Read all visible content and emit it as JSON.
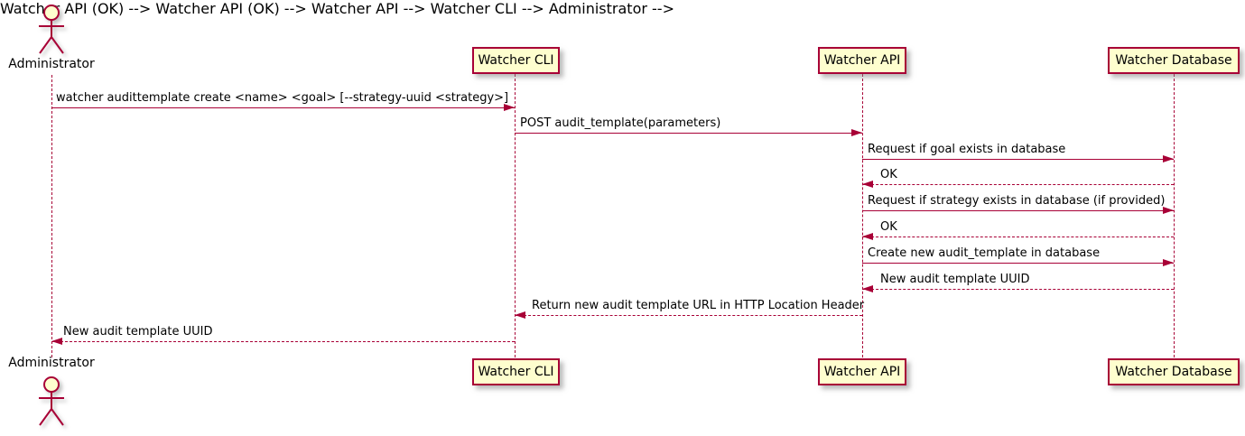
{
  "diagram": {
    "type": "sequence-diagram",
    "colors": {
      "accent": "#A80036",
      "participant_fill": "#FEFECE",
      "background": "#FFFFFF",
      "text": "#000000"
    }
  },
  "actor": {
    "label": "Administrator"
  },
  "participants": [
    {
      "label": "Watcher CLI"
    },
    {
      "label": "Watcher API"
    },
    {
      "label": "Watcher Database"
    }
  ],
  "messages": [
    {
      "from": "Administrator",
      "to": "Watcher CLI",
      "style": "solid",
      "text": "watcher audittemplate create <name> <goal> [--strategy-uuid <strategy>]"
    },
    {
      "from": "Watcher CLI",
      "to": "Watcher API",
      "style": "solid",
      "text": "POST audit_template(parameters)"
    },
    {
      "from": "Watcher API",
      "to": "Watcher Database",
      "style": "solid",
      "text": "Request if goal exists in database"
    },
    {
      "from": "Watcher Database",
      "to": "Watcher API",
      "style": "dashed",
      "text": "OK"
    },
    {
      "from": "Watcher API",
      "to": "Watcher Database",
      "style": "solid",
      "text": "Request if strategy exists in database (if provided)"
    },
    {
      "from": "Watcher Database",
      "to": "Watcher API",
      "style": "dashed",
      "text": "OK"
    },
    {
      "from": "Watcher API",
      "to": "Watcher Database",
      "style": "solid",
      "text": "Create new audit_template in database"
    },
    {
      "from": "Watcher Database",
      "to": "Watcher API",
      "style": "dashed",
      "text": "New audit template UUID"
    },
    {
      "from": "Watcher API",
      "to": "Watcher CLI",
      "style": "dashed",
      "text": "Return new audit template URL in HTTP Location Header"
    },
    {
      "from": "Watcher CLI",
      "to": "Administrator",
      "style": "dashed",
      "text": "New audit template UUID"
    }
  ]
}
